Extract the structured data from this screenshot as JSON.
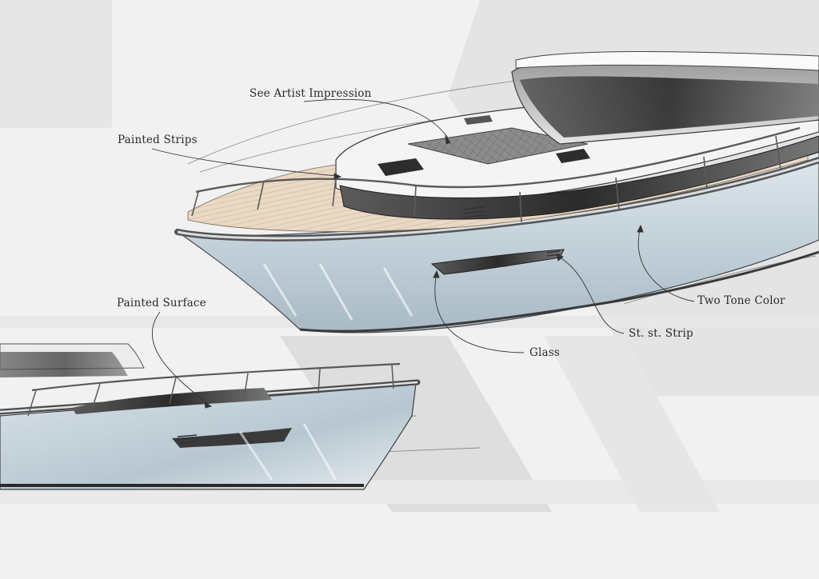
{
  "callouts": {
    "artist_impression": "See Artist Impression",
    "painted_strips": "Painted Strips",
    "painted_surface": "Painted Surface",
    "two_tone_color": "Two Tone Color",
    "st_st_strip": "St. st. Strip",
    "glass": "Glass"
  },
  "colors": {
    "background": "#f1f1f1",
    "band": "#e2e2e2",
    "hull": "#c9d6de",
    "hull_dark": "#8fa3b0",
    "teak_deck": "#e8d7c2",
    "glass": "#3a3a3a",
    "line": "#2f2f2f"
  }
}
